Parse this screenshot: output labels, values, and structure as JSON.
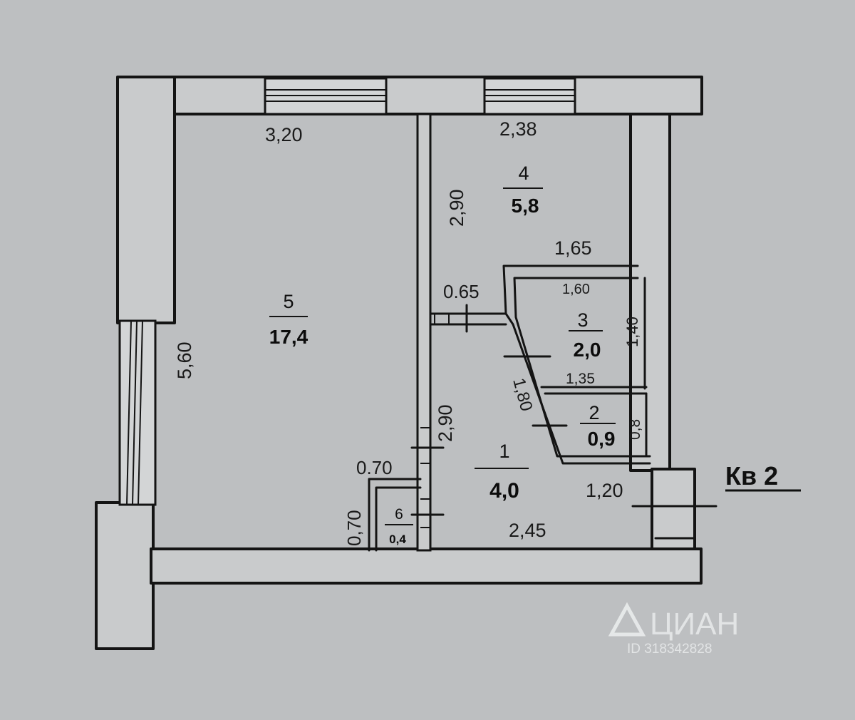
{
  "plan_label": "Кв 2",
  "rooms": [
    {
      "number": "1",
      "area": "4,0"
    },
    {
      "number": "2",
      "area": "0,9"
    },
    {
      "number": "3",
      "area": "2,0"
    },
    {
      "number": "4",
      "area": "5,8"
    },
    {
      "number": "5",
      "area": "17,4"
    },
    {
      "number": "6",
      "area": "0,4"
    }
  ],
  "dimensions": {
    "room5_width": "3,20",
    "room5_length": "5,60",
    "room4_width": "2,38",
    "room4_length": "2,90",
    "room3_top": "1,65",
    "room3_inner_top": "1,60",
    "room3_side": "1,40",
    "corridor_opening": "0.65",
    "room1_length": "2,90",
    "room1_diagonal": "1,80",
    "room2_top": "1,35",
    "room2_side": "0,8",
    "room6_width": "0.70",
    "room6_length": "0,70",
    "room1_bottom": "2,45",
    "entrance_width": "1,20"
  },
  "watermark": {
    "brand": "ЦИАН",
    "id": "ID 318342828"
  }
}
